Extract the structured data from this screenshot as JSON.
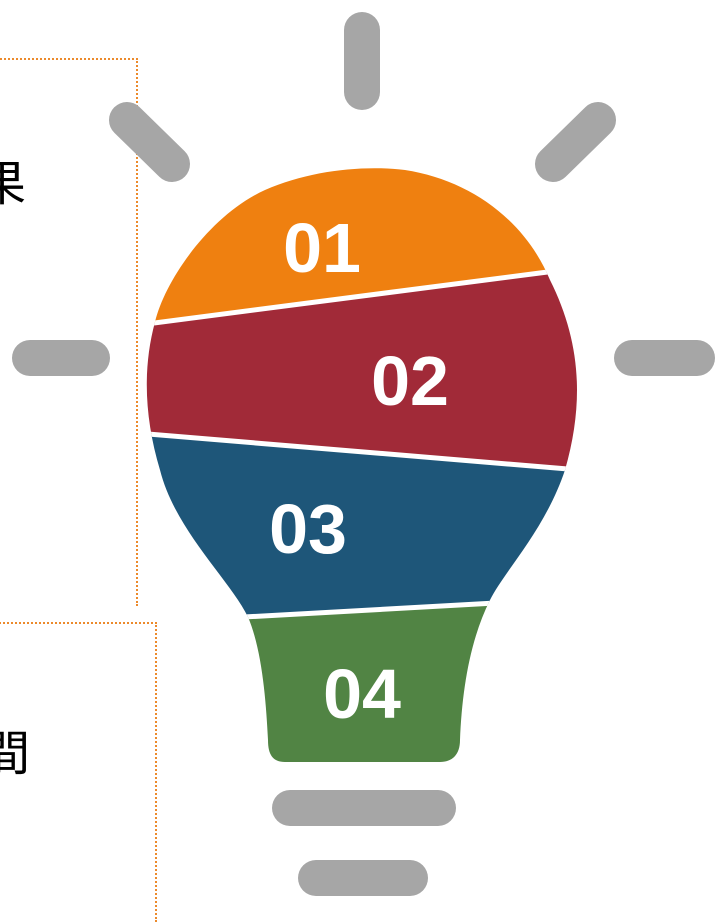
{
  "segments": [
    {
      "number": "01",
      "color": "#ef8010"
    },
    {
      "number": "02",
      "color": "#a12a38"
    },
    {
      "number": "03",
      "color": "#1e5679"
    },
    {
      "number": "04",
      "color": "#518444"
    }
  ],
  "colors": {
    "rays": "#a6a6a6",
    "base": "#a6a6a6",
    "dotted_border": "#ec8a2c",
    "separator": "#ffffff"
  },
  "text_fragments": {
    "top": "果",
    "bottom": "間"
  }
}
